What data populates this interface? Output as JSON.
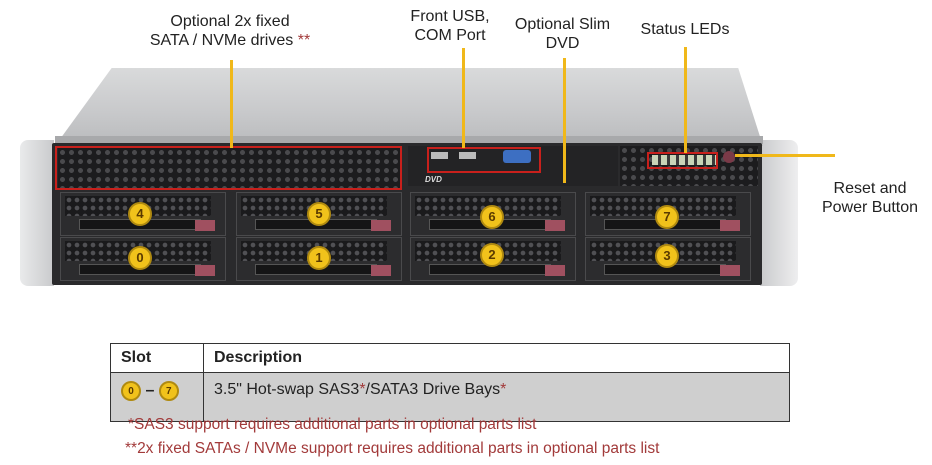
{
  "callouts": {
    "fixed_drives": {
      "line1": "Optional 2x fixed",
      "line2": "SATA / NVMe drives",
      "mark": "**"
    },
    "front_usb": {
      "line1": "Front USB,",
      "line2": "COM Port"
    },
    "slim_dvd": {
      "line1": "Optional Slim",
      "line2": "DVD"
    },
    "status_leds": {
      "line1": "Status LEDs"
    },
    "reset_power": {
      "line1": "Reset and",
      "line2": "Power Button"
    }
  },
  "chassis": {
    "dvd_logo": "DVD",
    "bays": [
      {
        "slot": "4"
      },
      {
        "slot": "5"
      },
      {
        "slot": "6"
      },
      {
        "slot": "7"
      },
      {
        "slot": "0"
      },
      {
        "slot": "1"
      },
      {
        "slot": "2"
      },
      {
        "slot": "3"
      }
    ]
  },
  "table": {
    "headers": [
      "Slot",
      "Description"
    ],
    "rows": [
      {
        "slot_from": "0",
        "dash": "–",
        "slot_to": "7",
        "desc_a": "3.5\" Hot-swap  SAS3",
        "mark_a": "*",
        "desc_b": "/SATA3 Drive Bays",
        "mark_b": "*"
      }
    ]
  },
  "notes": [
    "*SAS3 support requires additional parts in optional parts list",
    "**2x fixed SATAs / NVMe support requires additional parts in optional parts list"
  ],
  "colors": {
    "callout_line": "#f0b81a",
    "highlight_box": "#c8201c",
    "badge": "#f1c21b",
    "note_text": "#a23a3a"
  }
}
